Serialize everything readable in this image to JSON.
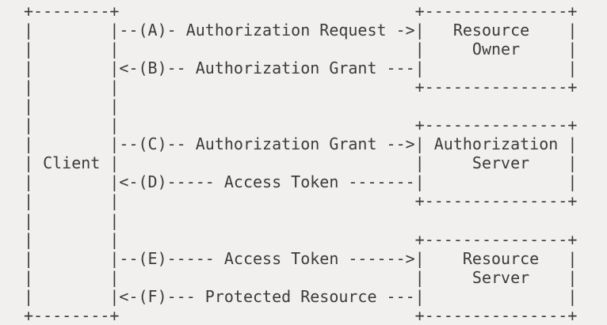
{
  "page": {
    "background_color": "#f1f0ee",
    "text_color": "#3b3b3b"
  },
  "diagram": {
    "kind": "ascii-flow-diagram",
    "entities": [
      {
        "id": "client",
        "label": "Client"
      },
      {
        "id": "resource-owner",
        "label": "Resource Owner"
      },
      {
        "id": "authorization-server",
        "label": "Authorization Server"
      },
      {
        "id": "resource-server",
        "label": "Resource Server"
      }
    ],
    "flows": [
      {
        "step": "A",
        "label": "Authorization Request",
        "direction": "client-to-resource-owner"
      },
      {
        "step": "B",
        "label": "Authorization Grant",
        "direction": "resource-owner-to-client"
      },
      {
        "step": "C",
        "label": "Authorization Grant",
        "direction": "client-to-authorization-server"
      },
      {
        "step": "D",
        "label": "Access Token",
        "direction": "authorization-server-to-client"
      },
      {
        "step": "E",
        "label": "Access Token",
        "direction": "client-to-resource-server"
      },
      {
        "step": "F",
        "label": "Protected Resource",
        "direction": "resource-server-to-client"
      }
    ],
    "ascii_lines": [
      "+--------+                               +---------------+",
      "|        |--(A)- Authorization Request ->|   Resource    |",
      "|        |                               |     Owner     |",
      "|        |<-(B)-- Authorization Grant ---|               |",
      "|        |                               +---------------+",
      "|        |",
      "|        |                               +---------------+",
      "|        |--(C)-- Authorization Grant -->| Authorization |",
      "| Client |                               |     Server    |",
      "|        |<-(D)----- Access Token -------|               |",
      "|        |                               +---------------+",
      "|        |",
      "|        |                               +---------------+",
      "|        |--(E)----- Access Token ------>|    Resource   |",
      "|        |                               |     Server    |",
      "|        |<-(F)--- Protected Resource ---|               |",
      "+--------+                               +---------------+"
    ]
  }
}
